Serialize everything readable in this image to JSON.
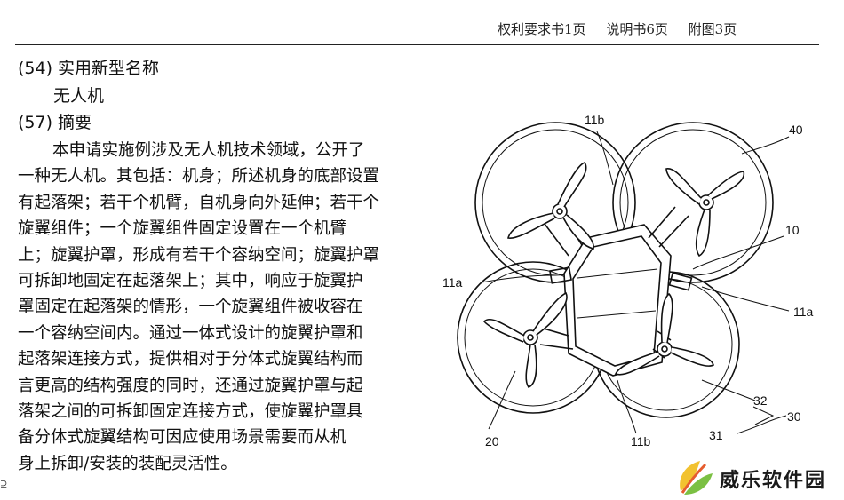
{
  "header": {
    "claims": "权利要求书1页",
    "description": "说明书6页",
    "drawings": "附图3页"
  },
  "section_54": {
    "label": "(54) 实用新型名称",
    "value": "无人机"
  },
  "section_57": {
    "label": "(57) 摘要",
    "lines": [
      "本申请实施例涉及无人机技术领域，公开了",
      "一种无人机。其包括：机身；所述机身的底部设置",
      "有起落架；若干个机臂，自机身向外延伸；若干个",
      "旋翼组件；一个旋翼组件固定设置在一个机臂",
      "上；旋翼护罩，形成有若干个容纳空间；旋翼护罩",
      "可拆卸地固定在起落架上；其中，响应于旋翼护",
      "罩固定在起落架的情形，一个旋翼组件被收容在",
      "一个容纳空间内。通过一体式设计的旋翼护罩和",
      "起落架连接方式，提供相对于分体式旋翼结构而",
      "言更高的结构强度的同时，还通过旋翼护罩与起",
      "落架之间的可拆卸固定连接方式，使旋翼护罩具",
      "备分体式旋翼结构可因应使用场景需要而从机",
      "身上拆卸/安装的装配灵活性。"
    ]
  },
  "drawing_labels": {
    "l11b_top": "11b",
    "l40": "40",
    "l10": "10",
    "l11a_left": "11a",
    "l11a_right": "11a",
    "l32": "32",
    "l30": "30",
    "l20": "20",
    "l11b_bottom": "11b",
    "l31": "31"
  },
  "watermark": {
    "text": "威乐软件园"
  },
  "left_mark": "⊇"
}
